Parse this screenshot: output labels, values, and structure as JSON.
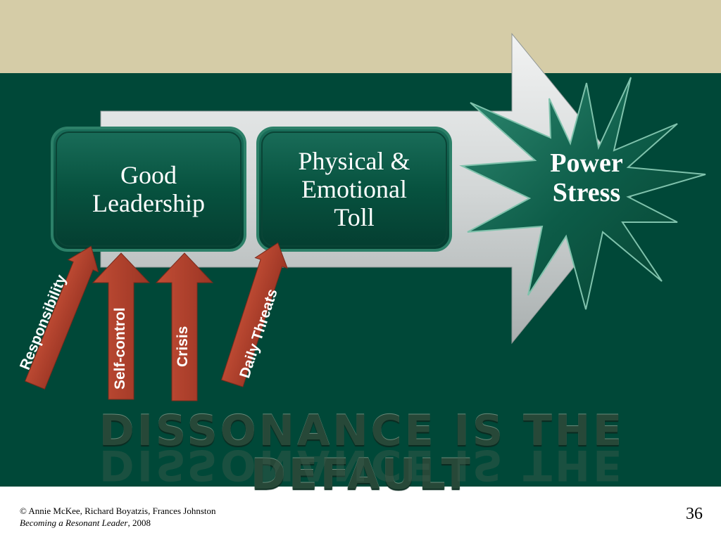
{
  "slide": {
    "boxes": {
      "good_line1": "Good",
      "good_line2": "Leadership",
      "toll_line1": "Physical &",
      "toll_line2": "Emotional",
      "toll_line3": "Toll"
    },
    "star": {
      "line1": "Power",
      "line2": "Stress"
    },
    "arrows": {
      "responsibility": "Responsibility",
      "self_control": "Self-control",
      "crisis": "Crisis",
      "daily_threats": "Daily Threats"
    },
    "banner": "DISSONANCE IS THE DEFAULT",
    "footer": {
      "copyright": "© Annie McKee, Richard Boyatzis, Frances Johnston",
      "book_title": "Becoming a Resonant Leader",
      "year": ", 2008",
      "page_number": "36"
    }
  },
  "colors": {
    "top_band": "#d5cca7",
    "panel_green": "#004838",
    "box_green": "#0a5a48",
    "arrow_red": "#b0402c",
    "big_arrow_grey": "#d9dcdc"
  },
  "icons": [
    "big-right-arrow",
    "starburst",
    "up-arrow"
  ]
}
